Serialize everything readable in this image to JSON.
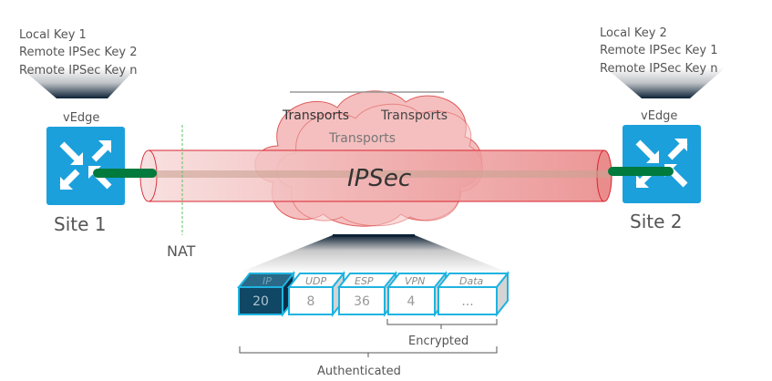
{
  "site1": {
    "keys": [
      "Local Key 1",
      "Remote IPSec Key 2",
      "Remote IPSec Key n"
    ],
    "device": "vEdge",
    "label": "Site 1"
  },
  "site2": {
    "keys": [
      "Local Key 2",
      "Remote IPSec Key 1",
      "Remote IPSec Key n"
    ],
    "device": "vEdge",
    "label": "Site 2"
  },
  "nat_label": "NAT",
  "cloud": {
    "labels": [
      "Transports",
      "Transports",
      "Transports"
    ]
  },
  "tunnel_label": "IPSec",
  "packet": [
    {
      "name": "IP",
      "value": "20"
    },
    {
      "name": "UDP",
      "value": "8"
    },
    {
      "name": "ESP",
      "value": "36"
    },
    {
      "name": "VPN",
      "value": "4"
    },
    {
      "name": "Data",
      "value": "..."
    }
  ],
  "encrypted_label": "Encrypted",
  "authenticated_label": "Authenticated",
  "colors": {
    "router": "#1ba0dc",
    "tunnel": "#e88a8a",
    "tunnel_edge": "#d9242f",
    "green": "#007a3d",
    "ip_header": "#0f4764",
    "packet_border": "#1fb3e0"
  }
}
